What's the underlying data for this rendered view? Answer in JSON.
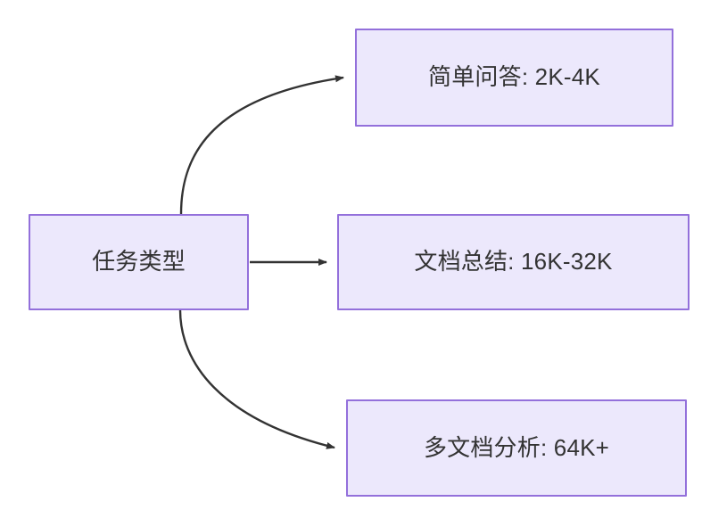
{
  "diagram": {
    "type": "flowchart",
    "direction": "left-to-right",
    "background_color": "#ffffff",
    "node_fill_color": "#ECE8FC",
    "node_border_color": "#9370DB",
    "text_color": "#333333",
    "edge_color": "#333333"
  },
  "nodes": {
    "source": {
      "id": "task-type",
      "label": "任务类型"
    },
    "targets": [
      {
        "id": "simple-qa",
        "label": "简单问答: 2K-4K",
        "task": "简单问答",
        "range": "2K-4K"
      },
      {
        "id": "doc-summary",
        "label": "文档总结: 16K-32K",
        "task": "文档总结",
        "range": "16K-32K"
      },
      {
        "id": "multi-doc",
        "label": "多文档分析: 64K+",
        "task": "多文档分析",
        "range": "64K+"
      }
    ]
  },
  "edges": [
    {
      "id": "edge-to-simple-qa",
      "from": "任务类型",
      "to": "简单问答: 2K-4K",
      "style": "curved",
      "arrowhead": "triangle"
    },
    {
      "id": "edge-to-doc-summary",
      "from": "任务类型",
      "to": "文档总结: 16K-32K",
      "style": "straight",
      "arrowhead": "triangle"
    },
    {
      "id": "edge-to-multi-doc",
      "from": "任务类型",
      "to": "多文档分析: 64K+",
      "style": "curved",
      "arrowhead": "triangle"
    }
  ]
}
